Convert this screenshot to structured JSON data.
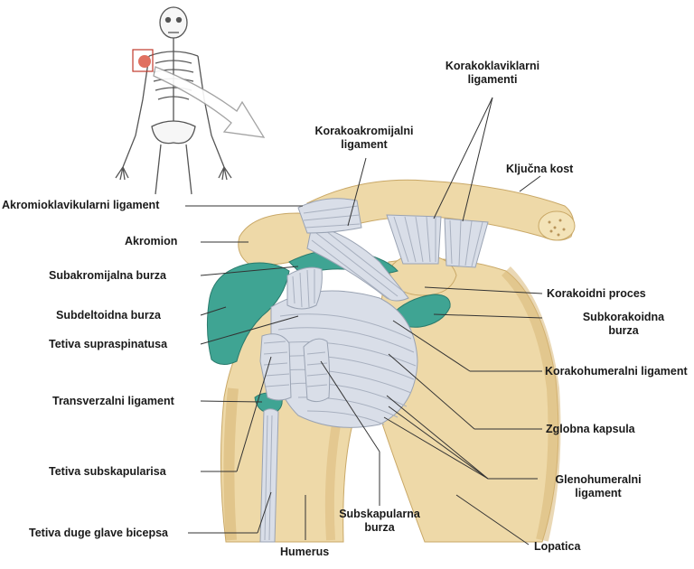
{
  "colors": {
    "bone": "#eed9a8",
    "bone_shade": "#d9b878",
    "ligament": "#d9dee8",
    "bursa": "#3fa493",
    "leader_line": "#333333"
  },
  "labels": {
    "korakoklavikularni": "Korakoklaviklarni",
    "korakoklavikularni_2": "ligamenti",
    "korakoakromijalni": "Korakoakromijalni",
    "korakoakromijalni_2": "ligament",
    "kljucna_kost": "Ključna kost",
    "akromioklavikularni": "Akromioklavikularni ligament",
    "akromion": "Akromion",
    "subakromijalna": "Subakromijalna burza",
    "subdeltoidna": "Subdeltoidna burza",
    "tetiva_supraspinatusa": "Tetiva supraspinatusa",
    "transverzalni": "Transverzalni ligament",
    "tetiva_subskapularisa": "Tetiva subskapularisa",
    "tetiva_bicepsa": "Tetiva duge glave bicepsa",
    "humerus": "Humerus",
    "subskapularna": "Subskapularna",
    "subskapularna_2": "burza",
    "korakoidni_proces": "Korakoidni proces",
    "subkorakoidna": "Subkorakoidna",
    "subkorakoidna_2": "burza",
    "korakohumeralni": "Korakohumeralni ligament",
    "zglobna_kapsula": "Zglobna kapsula",
    "glenohumeralni": "Glenohumeralni",
    "glenohumeralni_2": "ligament",
    "lopatica": "Lopatica"
  }
}
